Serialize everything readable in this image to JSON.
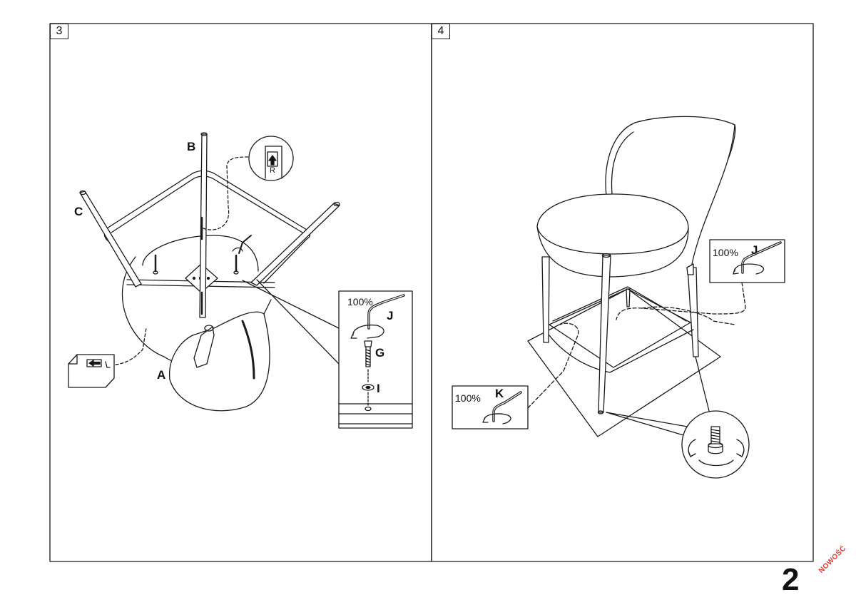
{
  "steps": [
    {
      "number": "3",
      "part_labels": {
        "a": "A",
        "b": "B",
        "c": "C"
      },
      "detail_r": "R",
      "fastener_detail": {
        "tightness": "100%",
        "tool": "J",
        "bolt": "G",
        "washer": "I"
      }
    },
    {
      "number": "4",
      "tool_j_callout": {
        "tightness": "100%",
        "tool": "J"
      },
      "tool_k_callout": {
        "tightness": "100%",
        "tool": "K"
      }
    }
  ],
  "footer": {
    "page_number": "2",
    "watermark": "NOWOŚĆ",
    "watermark_color": "#e03a2a"
  },
  "icons": [
    "arrow-up-icon",
    "arrow-left-icon",
    "allen-key-icon",
    "bolt-icon",
    "washer-icon",
    "foot-glide-icon",
    "rotate-arrows-icon"
  ]
}
